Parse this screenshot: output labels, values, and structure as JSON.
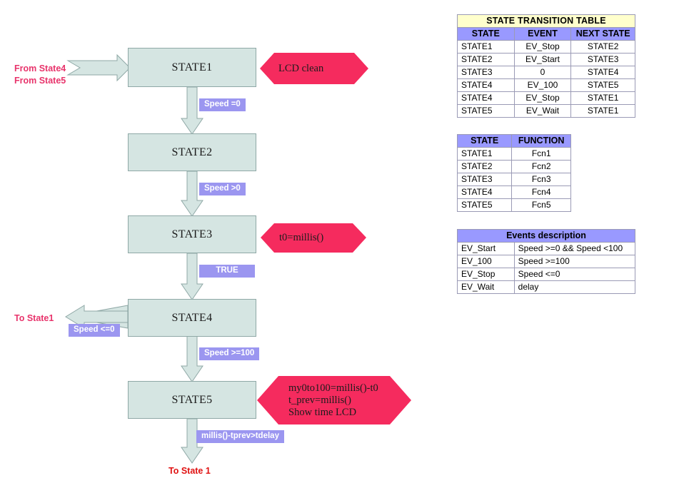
{
  "diagram": {
    "states": [
      {
        "id": "state1",
        "label": "STATE1"
      },
      {
        "id": "state2",
        "label": "STATE2"
      },
      {
        "id": "state3",
        "label": "STATE3"
      },
      {
        "id": "state4",
        "label": "STATE4"
      },
      {
        "id": "state5",
        "label": "STATE5"
      }
    ],
    "entry_labels": {
      "from_state4": "From State4",
      "from_state5": "From State5"
    },
    "exit_labels": {
      "to_state1_side": "To State1",
      "to_state1_bottom": "To State 1"
    },
    "edge_labels": [
      {
        "id": "e1",
        "text": "Speed =0"
      },
      {
        "id": "e2",
        "text": "Speed >0"
      },
      {
        "id": "e3",
        "text": "TRUE"
      },
      {
        "id": "e4",
        "text": "Speed <=0"
      },
      {
        "id": "e5",
        "text": "Speed >=100"
      },
      {
        "id": "e6",
        "text": "millis()-tprev>tdelay"
      }
    ],
    "callouts": [
      {
        "id": "c1",
        "lines": [
          "LCD clean"
        ]
      },
      {
        "id": "c2",
        "lines": [
          "t0=millis()"
        ]
      },
      {
        "id": "c3",
        "lines": [
          "my0to100=millis()-t0",
          "t_prev=millis()",
          "Show time LCD"
        ]
      }
    ]
  },
  "tables": {
    "transition": {
      "title": "STATE TRANSITION TABLE",
      "headers": [
        "STATE",
        "EVENT",
        "NEXT STATE"
      ],
      "rows": [
        [
          "STATE1",
          "EV_Stop",
          "STATE2"
        ],
        [
          "STATE2",
          "EV_Start",
          "STATE3"
        ],
        [
          "STATE3",
          "0",
          "STATE4"
        ],
        [
          "STATE4",
          "EV_100",
          "STATE5"
        ],
        [
          "STATE4",
          "EV_Stop",
          "STATE1"
        ],
        [
          "STATE5",
          "EV_Wait",
          "STATE1"
        ]
      ]
    },
    "functions": {
      "headers": [
        "STATE",
        "FUNCTION"
      ],
      "rows": [
        [
          "STATE1",
          "Fcn1"
        ],
        [
          "STATE2",
          "Fcn2"
        ],
        [
          "STATE3",
          "Fcn3"
        ],
        [
          "STATE4",
          "Fcn4"
        ],
        [
          "STATE5",
          "Fcn5"
        ]
      ]
    },
    "events": {
      "title": "Events description",
      "rows": [
        [
          "EV_Start",
          "Speed >=0 && Speed <100"
        ],
        [
          "EV_100",
          "Speed >=100"
        ],
        [
          "EV_Stop",
          "Speed <=0"
        ],
        [
          "EV_Wait",
          "delay"
        ]
      ]
    }
  },
  "colors": {
    "state_fill": "#d5e5e2",
    "state_stroke": "#8fa8a6",
    "edge_label_fill": "#9b96f0",
    "callout_fill": "#f52b5e",
    "table_title_fill": "#ffffcc",
    "table_header_fill": "#9999ff",
    "pink_text": "#e8336b",
    "red_text": "#e01111"
  }
}
